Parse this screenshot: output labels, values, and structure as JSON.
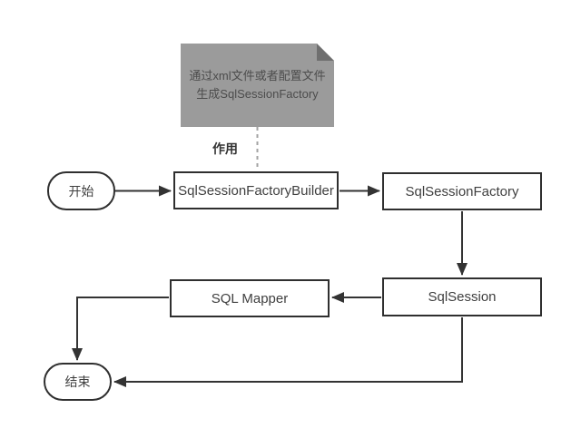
{
  "note": {
    "text_line1": "通过xml文件或者配置文件",
    "text_line2": "生成SqlSessionFactory"
  },
  "edge_label": "作用",
  "nodes": {
    "start": {
      "label": "开始",
      "type": "terminator"
    },
    "builder": {
      "label": "SqlSessionFactoryBuilder",
      "type": "process"
    },
    "factory": {
      "label": "SqlSessionFactory",
      "type": "process"
    },
    "session": {
      "label": "SqlSession",
      "type": "process"
    },
    "mapper": {
      "label": "SQL Mapper",
      "type": "process"
    },
    "end": {
      "label": "结束",
      "type": "terminator"
    }
  },
  "edges": [
    {
      "from": "start",
      "to": "builder",
      "style": "solid-arrow"
    },
    {
      "from": "builder",
      "to": "factory",
      "style": "solid-arrow"
    },
    {
      "from": "factory",
      "to": "session",
      "style": "solid-arrow"
    },
    {
      "from": "session",
      "to": "mapper",
      "style": "solid-arrow"
    },
    {
      "from": "mapper",
      "to": "end",
      "style": "solid-arrow"
    },
    {
      "from": "session",
      "to": "end",
      "style": "solid-arrow"
    },
    {
      "from": "note",
      "to": "builder",
      "style": "dashed",
      "label": "作用"
    }
  ],
  "colors": {
    "background": "#ffffff",
    "line": "#333333",
    "box_border": "#2f2f2f",
    "box_fill": "#ffffff",
    "box_text": "#3f3f3f",
    "note_fill": "#9b9b9b",
    "note_fold": "#6f6f6f",
    "note_text": "#4c4c4c",
    "dashed_line": "#a3a3a3"
  }
}
